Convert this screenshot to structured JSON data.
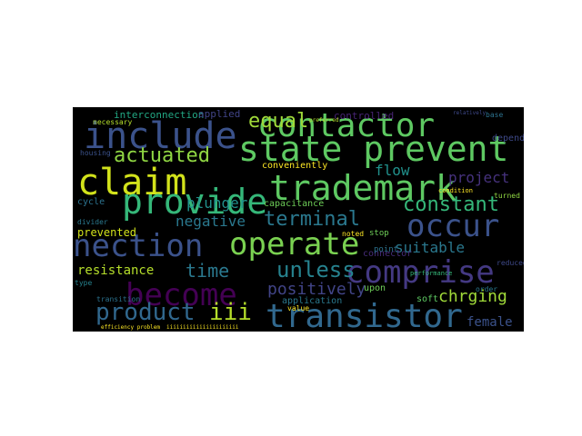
{
  "wordcloud": {
    "words": [
      {
        "text": "include",
        "color": "#3b528b",
        "size": 40
      },
      {
        "text": "contactor",
        "color": "#5ec962",
        "size": 36
      },
      {
        "text": "state prevent",
        "color": "#5ec962",
        "size": 38
      },
      {
        "text": "claim",
        "color": "#d2e21b",
        "size": 40
      },
      {
        "text": "provide",
        "color": "#35b779",
        "size": 38
      },
      {
        "text": "trademark",
        "color": "#5ec962",
        "size": 38
      },
      {
        "text": "occur",
        "color": "#3b528b",
        "size": 34
      },
      {
        "text": "nection",
        "color": "#3b528b",
        "size": 34
      },
      {
        "text": "operate",
        "color": "#7ad151",
        "size": 34
      },
      {
        "text": "comprise",
        "color": "#443983",
        "size": 34
      },
      {
        "text": "become",
        "color": "#440154",
        "size": 34
      },
      {
        "text": "product",
        "color": "#31688e",
        "size": 26
      },
      {
        "text": "iii",
        "color": "#b5de2b",
        "size": 26
      },
      {
        "text": "transistor",
        "color": "#31688e",
        "size": 36
      },
      {
        "text": "actuated",
        "color": "#90d743",
        "size": 22
      },
      {
        "text": "equal",
        "color": "#a0da39",
        "size": 22
      },
      {
        "text": "terminal",
        "color": "#2a788e",
        "size": 22
      },
      {
        "text": "constant",
        "color": "#35b779",
        "size": 22
      },
      {
        "text": "unless",
        "color": "#26828e",
        "size": 24
      },
      {
        "text": "time",
        "color": "#2a788e",
        "size": 20
      },
      {
        "text": "positively",
        "color": "#414487",
        "size": 18
      },
      {
        "text": "chrging",
        "color": "#a0da39",
        "size": 18
      },
      {
        "text": "negative",
        "color": "#2a788e",
        "size": 16
      },
      {
        "text": "plunger",
        "color": "#21918c",
        "size": 16
      },
      {
        "text": "flow",
        "color": "#21918c",
        "size": 16
      },
      {
        "text": "project",
        "color": "#46327e",
        "size": 16
      },
      {
        "text": "suitable",
        "color": "#2a788e",
        "size": 16
      },
      {
        "text": "resistance",
        "color": "#b5de2b",
        "size": 14
      },
      {
        "text": "prevented",
        "color": "#d2e21b",
        "size": 12
      },
      {
        "text": "female",
        "color": "#3b528b",
        "size": 14
      },
      {
        "text": "interconnection",
        "color": "#22a884",
        "size": 11
      },
      {
        "text": "applied",
        "color": "#414487",
        "size": 11
      },
      {
        "text": "controlled",
        "color": "#482475",
        "size": 11
      },
      {
        "text": "conveniently",
        "color": "#fde725",
        "size": 10
      },
      {
        "text": "capacitance",
        "color": "#6ece58",
        "size": 10
      },
      {
        "text": "application",
        "color": "#2a788e",
        "size": 10
      },
      {
        "text": "connector",
        "color": "#472d7b",
        "size": 10
      },
      {
        "text": "upon",
        "color": "#6ece58",
        "size": 10
      },
      {
        "text": "soft",
        "color": "#5ec962",
        "size": 10
      },
      {
        "text": "depend",
        "color": "#3e4989",
        "size": 10
      },
      {
        "text": "stop",
        "color": "#6ece58",
        "size": 9
      },
      {
        "text": "point",
        "color": "#2c728e",
        "size": 9
      },
      {
        "text": "reduced",
        "color": "#3e4989",
        "size": 8
      },
      {
        "text": "turned",
        "color": "#90d743",
        "size": 8
      },
      {
        "text": "base",
        "color": "#2c728e",
        "size": 8
      },
      {
        "text": "value",
        "color": "#fde725",
        "size": 8
      },
      {
        "text": "noted",
        "color": "#fde725",
        "size": 8
      },
      {
        "text": "cycle",
        "color": "#2c728e",
        "size": 10
      },
      {
        "text": "divider",
        "color": "#2a788e",
        "size": 8
      },
      {
        "text": "housing",
        "color": "#3b528b",
        "size": 8
      },
      {
        "text": "necessary",
        "color": "#b5de2b",
        "size": 8
      },
      {
        "text": "transition",
        "color": "#2c728e",
        "size": 8
      },
      {
        "text": "type",
        "color": "#26828e",
        "size": 8
      },
      {
        "text": "order",
        "color": "#2a788e",
        "size": 8
      },
      {
        "text": "condition",
        "color": "#fde725",
        "size": 7
      },
      {
        "text": "performance",
        "color": "#35b779",
        "size": 7
      },
      {
        "text": "efficiency problem",
        "color": "#fde725",
        "size": 6
      },
      {
        "text": "iiiiiiiiiiiiiiiiiiiiii",
        "color": "#fde725",
        "size": 6
      },
      {
        "text": "preferred",
        "color": "#b5de2b",
        "size": 6
      },
      {
        "text": "relatively",
        "color": "#3e4989",
        "size": 6
      }
    ]
  }
}
